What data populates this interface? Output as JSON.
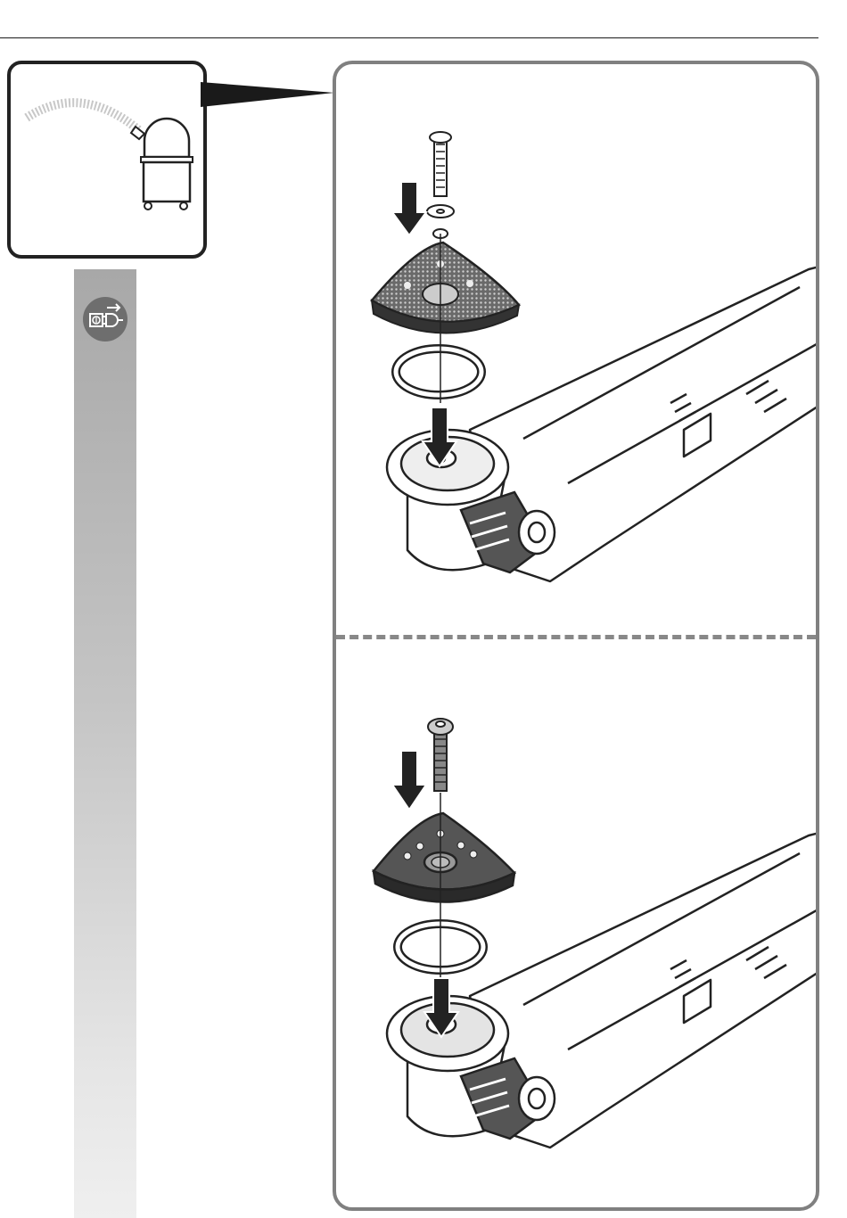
{
  "colors": {
    "rule": "#1a1a1a",
    "frame": "#808080",
    "strip_top": "#a8a8a8",
    "strip_bottom": "#efefef",
    "badge": "#6e6e6e"
  },
  "icons": {
    "vacuum": "dust-extractor-icon",
    "unplug": "unplug-mains-icon",
    "arrow": "down-arrow-icon"
  },
  "figures": [
    {
      "pad": "delta-sanding-pad-perforated",
      "fastener": "screw-with-washers"
    },
    {
      "pad": "delta-sanding-pad-solid",
      "fastener": "screw"
    }
  ]
}
